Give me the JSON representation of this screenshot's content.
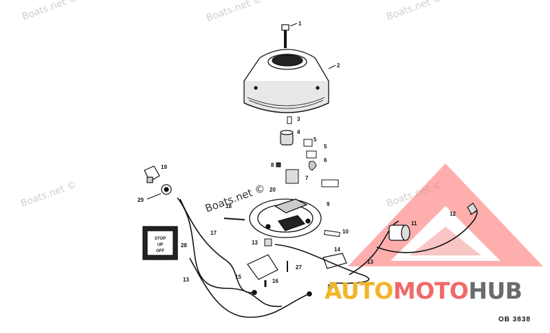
{
  "watermark": "Boats.net ©",
  "diagram_ref": "OB 3838",
  "brand": {
    "part1": "AUTO",
    "part2": "MOTO",
    "part3": "HUB"
  },
  "switch_text": [
    "STOP",
    "UP",
    "OFF"
  ],
  "callouts": [
    "1",
    "2",
    "3",
    "4",
    "5",
    "6",
    "7",
    "8",
    "9",
    "10",
    "11",
    "12",
    "13",
    "14",
    "15",
    "16",
    "17",
    "18",
    "19",
    "20",
    "27",
    "28",
    "29"
  ],
  "colors": {
    "logo_red": "#e23b3b",
    "logo_yellow": "#f1b52a",
    "logo_gray": "#6b6b6b",
    "line": "#111111"
  }
}
